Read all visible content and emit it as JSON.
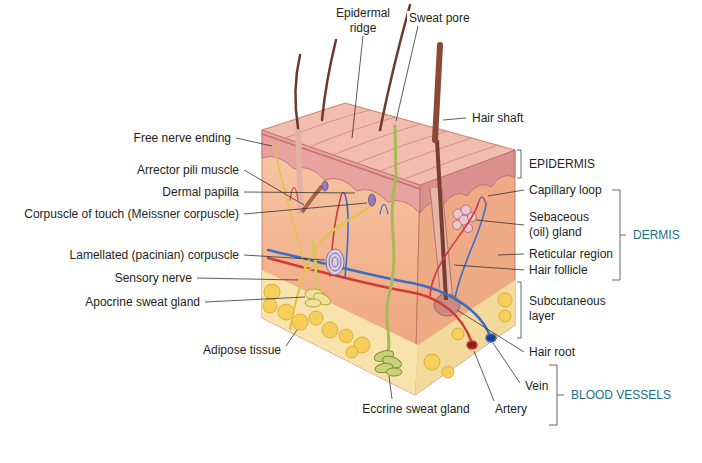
{
  "diagram": {
    "labels": [
      "Epidermal ridge",
      "Sweat pore",
      "Hair shaft",
      "Free nerve ending",
      "Arrector pili muscle",
      "Dermal papilla",
      "Corpuscle of touch (Meissner corpuscle)",
      "Lamellated (pacinian) corpuscle",
      "Sensory nerve",
      "Apocrine sweat gland",
      "Adipose tissue",
      "Eccrine sweat gland",
      "Artery",
      "Vein",
      "Hair root",
      "Subcutaneous layer",
      "Hair follicle",
      "Reticular region",
      "Sebaceous (oil) gland",
      "Capillary loop",
      "EPIDERMIS",
      "DERMIS",
      "BLOOD VESSELS"
    ]
  }
}
